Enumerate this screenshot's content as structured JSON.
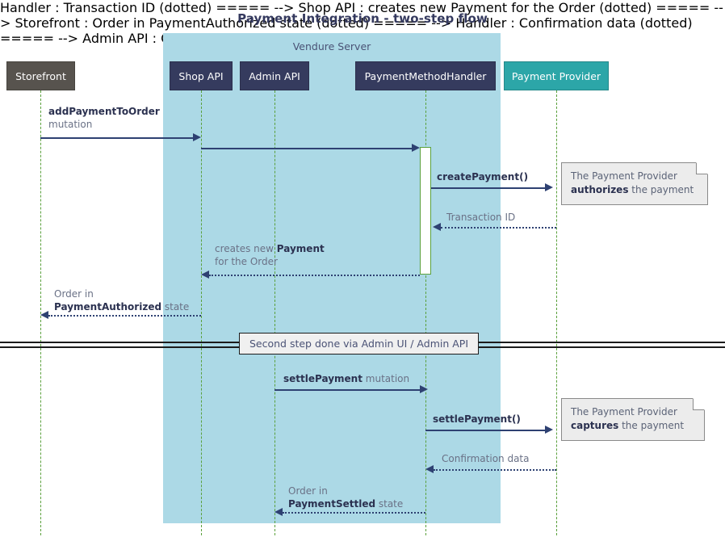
{
  "diagram": {
    "title": "Payment Integration - two-step flow",
    "group": {
      "label": "Vendure Server"
    },
    "participants": [
      {
        "name": "storefront",
        "label": "Storefront"
      },
      {
        "name": "shop-api",
        "label": "Shop API"
      },
      {
        "name": "admin-api",
        "label": "Admin API"
      },
      {
        "name": "payment-method-handler",
        "label": "PaymentMethodHandler"
      },
      {
        "name": "payment-provider",
        "label": "Payment Provider"
      }
    ],
    "messages": [
      {
        "name": "add-payment-to-order",
        "bold": "addPaymentToOrder",
        "rest": "mutation"
      },
      {
        "name": "create-payment",
        "bold": "createPayment()",
        "rest": ""
      },
      {
        "name": "transaction-id",
        "bold": "",
        "rest": "Transaction ID"
      },
      {
        "name": "creates-new-payment-1",
        "bold": "",
        "rest": "creates new "
      },
      {
        "name": "creates-new-payment-2",
        "bold": "Payment",
        "rest": ""
      },
      {
        "name": "creates-new-payment-3",
        "bold": "",
        "rest": "for the Order"
      },
      {
        "name": "order-authorized-1",
        "bold": "",
        "rest": "Order in"
      },
      {
        "name": "order-authorized-2",
        "bold": "PaymentAuthorized",
        "rest": " state"
      },
      {
        "name": "settle-payment-mutation",
        "bold": "settlePayment",
        "rest": " mutation"
      },
      {
        "name": "settle-payment-call",
        "bold": "settlePayment()",
        "rest": ""
      },
      {
        "name": "confirmation-data",
        "bold": "",
        "rest": "Confirmation data"
      },
      {
        "name": "order-settled-1",
        "bold": "",
        "rest": "Order in"
      },
      {
        "name": "order-settled-2",
        "bold": "PaymentSettled",
        "rest": " state"
      }
    ],
    "notes": [
      {
        "name": "note-authorizes",
        "line1": "The Payment Provider",
        "bold": "authorizes",
        "after": " the payment"
      },
      {
        "name": "note-captures",
        "line1": "The Payment Provider",
        "bold": "captures",
        "after": " the payment"
      }
    ],
    "divider": {
      "label": "Second step done via Admin UI / Admin API"
    },
    "colors": {
      "group_fill": "#ACD9E6",
      "participant_dark": "#353B5E",
      "participant_gray": "#57534E",
      "participant_teal": "#2CA6A8",
      "lifeline": "#5AA03C",
      "arrow": "#2E4172",
      "note_fill": "#ECECEC",
      "title": "#34395E"
    }
  }
}
